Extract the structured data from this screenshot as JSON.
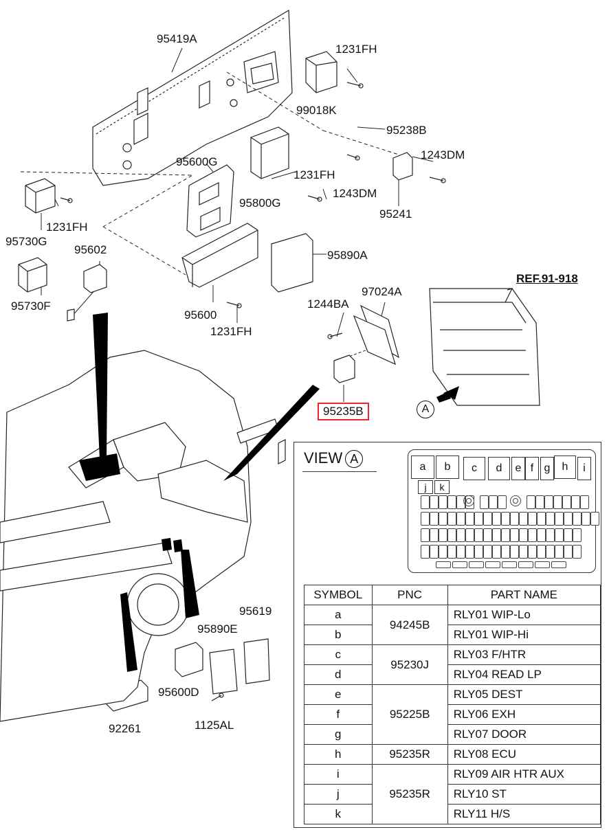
{
  "labels": {
    "p95419A": "95419A",
    "p1231FH_a": "1231FH",
    "p99018K": "99018K",
    "p95238B": "95238B",
    "p1243DM_a": "1243DM",
    "p95600G": "95600G",
    "p1231FH_b": "1231FH",
    "p1243DM_b": "1243DM",
    "p95800G": "95800G",
    "p95241": "95241",
    "p1231FH_c": "1231FH",
    "p95730G": "95730G",
    "p95602": "95602",
    "p95890A": "95890A",
    "p95730F": "95730F",
    "p95600": "95600",
    "p1231FH_d": "1231FH",
    "p1244BA": "1244BA",
    "p97024A": "97024A",
    "ref": "REF.91-918",
    "p95235B": "95235B",
    "arrowA": "A",
    "p95619": "95619",
    "p95890E": "95890E",
    "p95600D": "95600D",
    "p92261": "92261",
    "p1125AL": "1125AL"
  },
  "view": {
    "title": "VIEW",
    "letter": "A",
    "relays_top": [
      "a",
      "b",
      "c",
      "d",
      "e",
      "f",
      "g",
      "h",
      "i"
    ],
    "relays_second": [
      "j",
      "k"
    ]
  },
  "table": {
    "headers": [
      "SYMBOL",
      "PNC",
      "PART NAME"
    ],
    "rows": [
      {
        "symbol": "a",
        "name": "RLY01 WIP-Lo"
      },
      {
        "symbol": "b",
        "name": "RLY01 WIP-Hi"
      },
      {
        "symbol": "c",
        "name": "RLY03 F/HTR"
      },
      {
        "symbol": "d",
        "name": "RLY04 READ LP"
      },
      {
        "symbol": "e",
        "name": "RLY05 DEST"
      },
      {
        "symbol": "f",
        "name": "RLY06 EXH"
      },
      {
        "symbol": "g",
        "name": "RLY07 DOOR"
      },
      {
        "symbol": "h",
        "name": "RLY08 ECU"
      },
      {
        "symbol": "i",
        "name": "RLY09 AIR HTR AUX"
      },
      {
        "symbol": "j",
        "name": "RLY10 ST"
      },
      {
        "symbol": "k",
        "name": "RLY11 H/S"
      }
    ],
    "pnc_groups": [
      "94245B",
      "95230J",
      "95225B",
      "95235R",
      "95235R"
    ]
  },
  "colors": {
    "line": "#111111",
    "highlight": "#e8262b"
  }
}
